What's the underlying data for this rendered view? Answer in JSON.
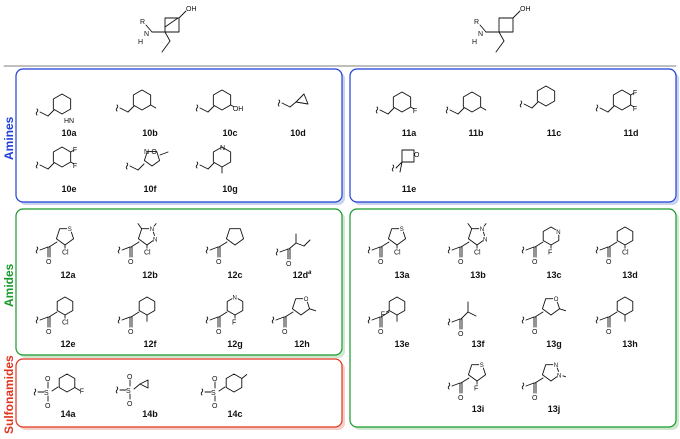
{
  "colors": {
    "amines": "#1f3fd8",
    "amides": "#189a2b",
    "sulfonamides": "#e0341f",
    "shadow": "#c9d3ee"
  },
  "sections": {
    "amines": "Amines",
    "amides": "Amides",
    "sulfonamides": "Sulfonamides"
  },
  "headers": {
    "left": {
      "R": "R",
      "N": "N",
      "H": "H",
      "OH": "OH"
    },
    "right": {
      "R": "R",
      "N": "N",
      "H": "H",
      "OH": "OH"
    }
  },
  "compounds": {
    "c10a": "10a",
    "c10b": "10b",
    "c10c": "10c",
    "c10d": "10d",
    "c10e": "10e",
    "c10f": "10f",
    "c10g": "10g",
    "c11a": "11a",
    "c11b": "11b",
    "c11c": "11c",
    "c11d": "11d",
    "c11e": "11e",
    "c12a": "12a",
    "c12b": "12b",
    "c12c": "12c",
    "c12d": "12d",
    "c12d_note": "a",
    "c12e": "12e",
    "c12f": "12f",
    "c12g": "12g",
    "c12h": "12h",
    "c13a": "13a",
    "c13b": "13b",
    "c13c": "13c",
    "c13d": "13d",
    "c13e": "13e",
    "c13f": "13f",
    "c13g": "13g",
    "c13h": "13h",
    "c13i": "13i",
    "c13j": "13j",
    "c14a": "14a",
    "c14b": "14b",
    "c14c": "14c"
  },
  "atoms": {
    "HN": "HN",
    "OH": "OH",
    "F": "F",
    "Cl": "Cl",
    "O": "O",
    "N": "N",
    "S": "S"
  }
}
